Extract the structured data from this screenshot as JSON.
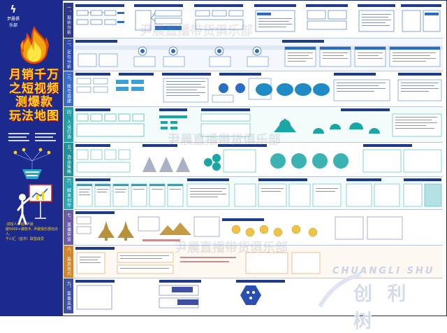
{
  "left_panel": {
    "logo_label": "尹晨俱乐部",
    "title_lines": [
      "月销千万",
      "之短视频",
      "测爆款",
      "玩法地图"
    ],
    "bio_lines": [
      "·讲授人介绍: 尹晨",
      "破5000+爆款手, 尹晨俱乐部创办人,",
      "千川汇（蓝市）联盟成员"
    ]
  },
  "categories": [
    {
      "label": "一、现状分析",
      "color": "#2d3a8c"
    },
    {
      "label": "二、定位分析",
      "color": "#2f49b0"
    },
    {
      "label": "三、账号搭建",
      "color": "#3b6cc9"
    },
    {
      "label": "四、人设打造",
      "color": "#22a0a8"
    },
    {
      "label": "五、选品策略",
      "color": "#1f8f99"
    },
    {
      "label": "六、脚本创作",
      "color": "#2aa7b3"
    },
    {
      "label": "七、直播带货",
      "color": "#6b5aa8"
    },
    {
      "label": "八、投放技巧",
      "color": "#d1862c"
    },
    {
      "label": "九、复盘总结",
      "color": "#3f4fa6"
    }
  ],
  "watermarks": [
    "尹晨直播带货俱乐部",
    "尹晨直播带货俱乐部",
    "尹晨直播带货俱乐部"
  ],
  "brand": {
    "latin": "CHUANGLI SHU",
    "chinese": "创 利 树"
  },
  "colors": {
    "navy": "#1b2a8c",
    "blue": "#2b6cc4",
    "teal": "#19a6a6",
    "yellow": "#ffd21a",
    "red": "#d0281b"
  }
}
